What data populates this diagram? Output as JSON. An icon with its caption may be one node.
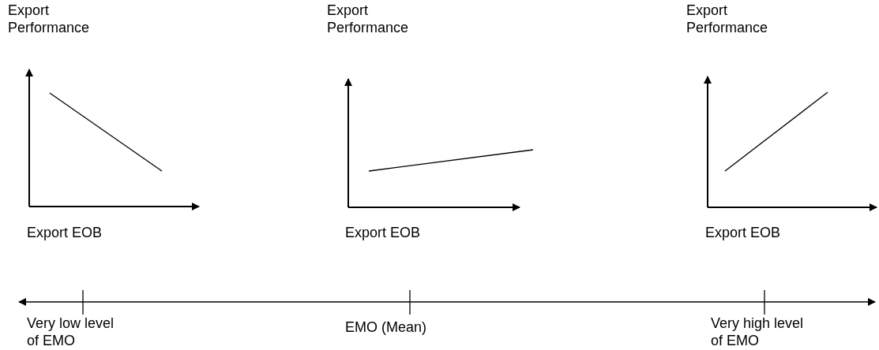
{
  "diagram": {
    "labels": [
      "Export Performance",
      "Export Performance",
      "Export Performance",
      "Export EOB",
      "Export EOB",
      "Export EOB",
      "Very low level of EMO",
      "EMO (Mean)",
      "Very high level of EMO"
    ]
  }
}
